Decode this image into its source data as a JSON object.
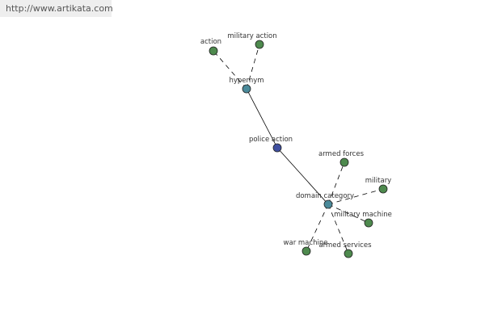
{
  "watermark": {
    "text": "http://www.artikata.com"
  },
  "colors": {
    "center": "#3f4f9f",
    "relation": "#4a8a9a",
    "leaf": "#4e8a4e",
    "edge": "#000000"
  },
  "graph": {
    "center": {
      "id": "police-action",
      "label": "police action"
    },
    "relations": [
      {
        "id": "hypernym",
        "label": "hypernym"
      },
      {
        "id": "domain-category",
        "label": "domain category"
      }
    ],
    "leaves": [
      {
        "id": "action",
        "label": "action",
        "parent": "hypernym"
      },
      {
        "id": "military-action",
        "label": "military action",
        "parent": "hypernym"
      },
      {
        "id": "armed-forces",
        "label": "armed forces",
        "parent": "domain-category"
      },
      {
        "id": "military",
        "label": "military",
        "parent": "domain-category"
      },
      {
        "id": "military-machine",
        "label": "military machine",
        "parent": "domain-category"
      },
      {
        "id": "armed-services",
        "label": "armed services",
        "parent": "domain-category"
      },
      {
        "id": "war-machine",
        "label": "war machine",
        "parent": "domain-category"
      }
    ]
  }
}
